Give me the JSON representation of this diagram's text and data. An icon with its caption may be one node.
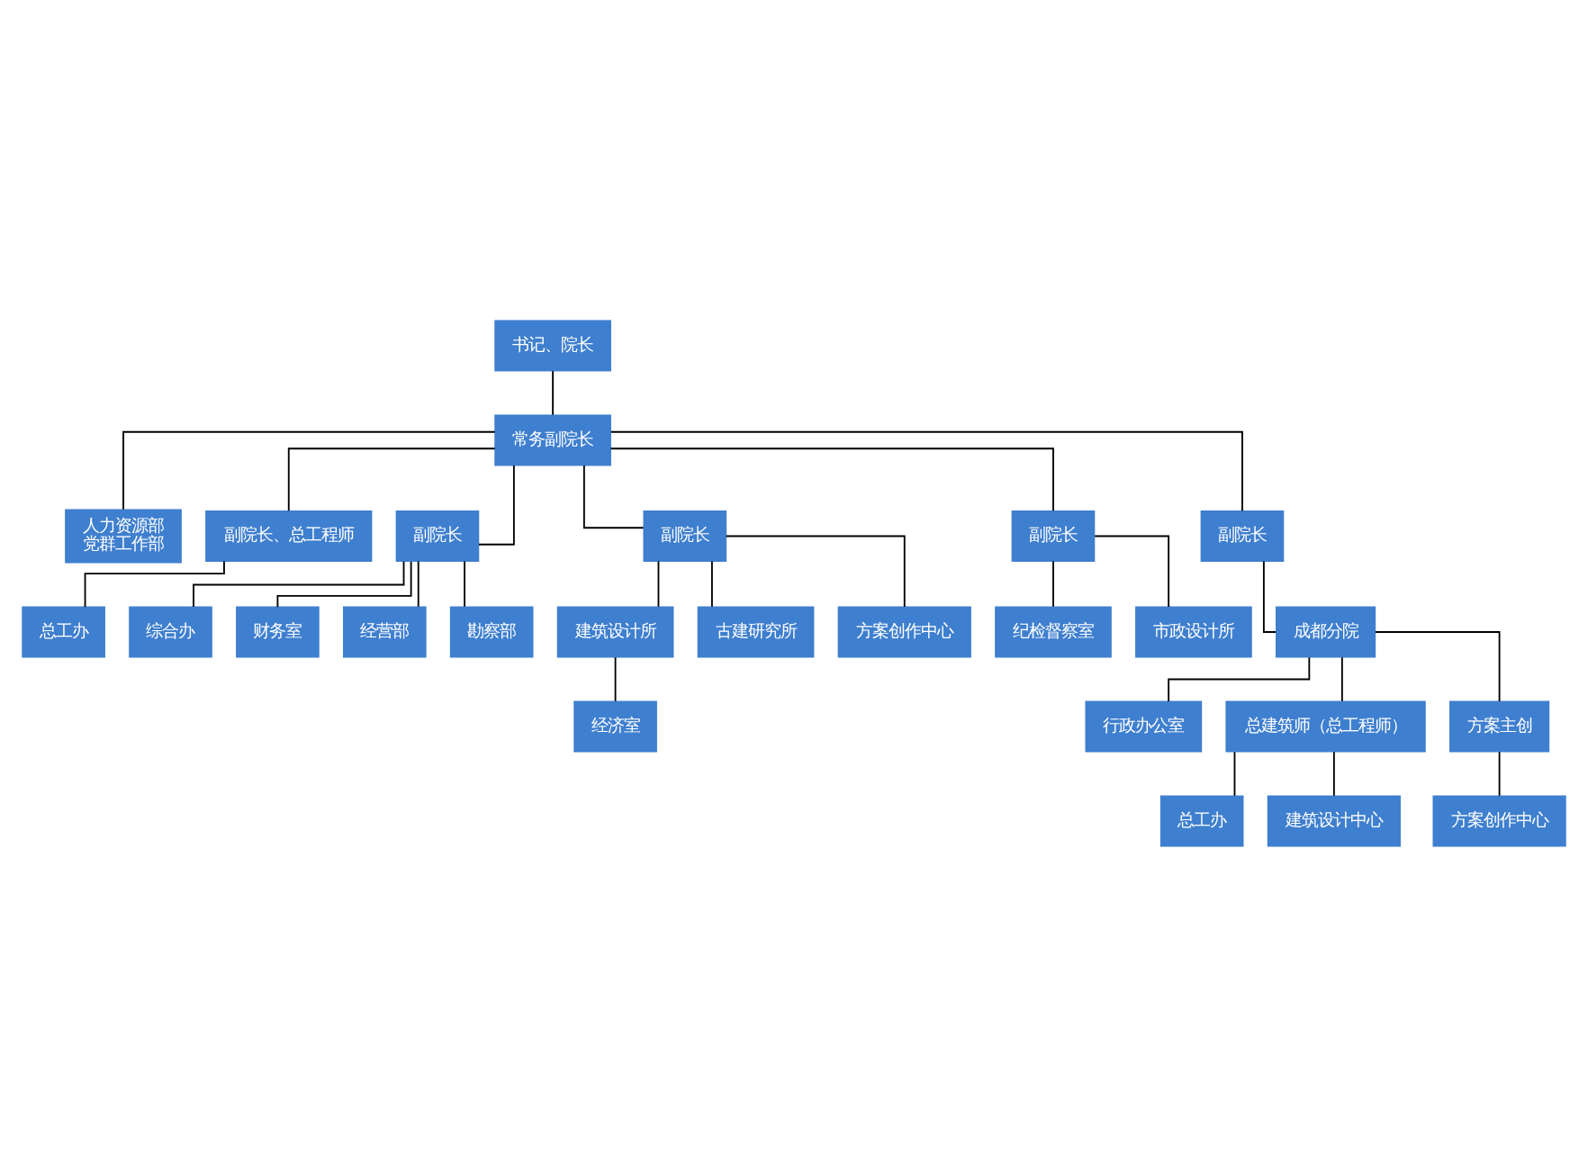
{
  "diagram": {
    "nodes": [
      {
        "text": [
          "书记、院长"
        ]
      },
      {
        "text": [
          "常务副院长"
        ]
      },
      {
        "text": [
          "人力资源部",
          "党群工作部"
        ]
      },
      {
        "text": [
          "副院长、总工程师"
        ]
      },
      {
        "text": [
          "副院长"
        ]
      },
      {
        "text": [
          "副院长"
        ]
      },
      {
        "text": [
          "副院长"
        ]
      },
      {
        "text": [
          "副院长"
        ]
      },
      {
        "text": [
          "总工办"
        ]
      },
      {
        "text": [
          "综合办"
        ]
      },
      {
        "text": [
          "财务室"
        ]
      },
      {
        "text": [
          "经营部"
        ]
      },
      {
        "text": [
          "勘察部"
        ]
      },
      {
        "text": [
          "建筑设计所"
        ]
      },
      {
        "text": [
          "古建研究所"
        ]
      },
      {
        "text": [
          "方案创作中心"
        ]
      },
      {
        "text": [
          "纪检督察室"
        ]
      },
      {
        "text": [
          "市政设计所"
        ]
      },
      {
        "text": [
          "成都分院"
        ]
      },
      {
        "text": [
          "经济室"
        ]
      },
      {
        "text": [
          "行政办公室"
        ]
      },
      {
        "text": [
          "总建筑师（总工程师）"
        ]
      },
      {
        "text": [
          "方案主创"
        ]
      },
      {
        "text": [
          "总工办"
        ]
      },
      {
        "text": [
          "建筑设计中心"
        ]
      },
      {
        "text": [
          "方案创作中心"
        ]
      }
    ],
    "edges": [
      {
        "from": 0,
        "to": 1,
        "arrow": "none"
      },
      {
        "from": 1,
        "to": 2,
        "arrow": "none"
      },
      {
        "from": 1,
        "to": 3,
        "arrow": "none"
      },
      {
        "from": 1,
        "to": 4,
        "arrow": "none"
      },
      {
        "from": 1,
        "to": 5,
        "arrow": "none"
      },
      {
        "from": 1,
        "to": 6,
        "arrow": "none"
      },
      {
        "from": 1,
        "to": 7,
        "arrow": "none"
      },
      {
        "from": 3,
        "to": 8,
        "arrow": "none"
      },
      {
        "from": 4,
        "to": 9,
        "arrow": "none"
      },
      {
        "from": 4,
        "to": 10,
        "arrow": "none"
      },
      {
        "from": 4,
        "to": 11,
        "arrow": "none"
      },
      {
        "from": 4,
        "to": 12,
        "arrow": "none"
      },
      {
        "from": 5,
        "to": 13,
        "arrow": "none"
      },
      {
        "from": 5,
        "to": 14,
        "arrow": "none"
      },
      {
        "from": 5,
        "to": 15,
        "arrow": "none"
      },
      {
        "from": 6,
        "to": 16,
        "arrow": "none"
      },
      {
        "from": 6,
        "to": 17,
        "arrow": "none"
      },
      {
        "from": 7,
        "to": 18,
        "arrow": "none"
      },
      {
        "from": 13,
        "to": 19,
        "arrow": "none"
      },
      {
        "from": 18,
        "to": 20,
        "arrow": "none"
      },
      {
        "from": 18,
        "to": 21,
        "arrow": "none"
      },
      {
        "from": 18,
        "to": 22,
        "arrow": "none"
      },
      {
        "from": 21,
        "to": 23,
        "arrow": "none"
      },
      {
        "from": 21,
        "to": 24,
        "arrow": "none"
      },
      {
        "from": 22,
        "to": 25,
        "arrow": "none"
      }
    ]
  }
}
